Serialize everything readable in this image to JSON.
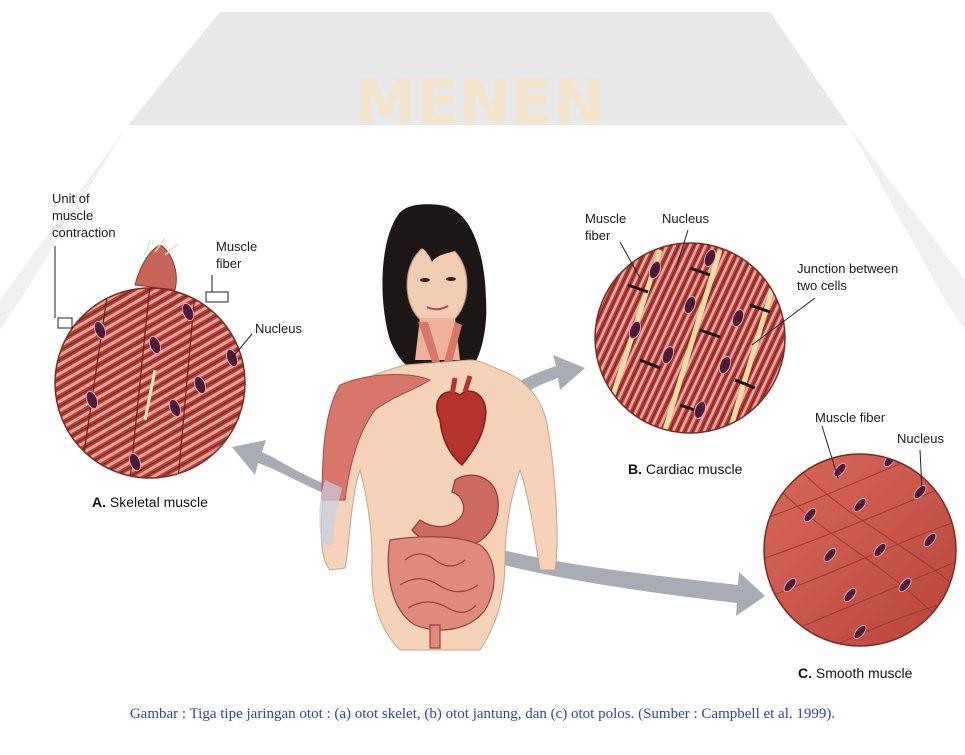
{
  "watermark": {
    "text": "MENEN",
    "colors": {
      "shield": "#e9e9e9",
      "text": "#f6ead6"
    }
  },
  "colors": {
    "muscle_dark": "#a8352f",
    "muscle_light": "#e9a39a",
    "nucleus": "#5a1e3a",
    "arrow": "#a7acb5",
    "skin": "#f6d2b8",
    "hair": "#1c1716",
    "caption": "#2948a3"
  },
  "panels": {
    "skeletal": {
      "letter": "A.",
      "title": "Skeletal muscle",
      "labels": {
        "unit": "Unit of\nmuscle\ncontraction",
        "fiber": "Muscle\nfiber",
        "nucleus": "Nucleus"
      }
    },
    "cardiac": {
      "letter": "B.",
      "title": "Cardiac muscle",
      "labels": {
        "fiber": "Muscle\nfiber",
        "nucleus": "Nucleus",
        "junction": "Junction between\ntwo cells"
      }
    },
    "smooth": {
      "letter": "C.",
      "title": "Smooth muscle",
      "labels": {
        "fiber": "Muscle fiber",
        "nucleus": "Nucleus"
      }
    }
  },
  "caption": "Gambar : Tiga tipe jaringan otot : (a) otot skelet, (b) otot jantung, dan (c) otot polos. (Sumber : Campbell et al. 1999)."
}
